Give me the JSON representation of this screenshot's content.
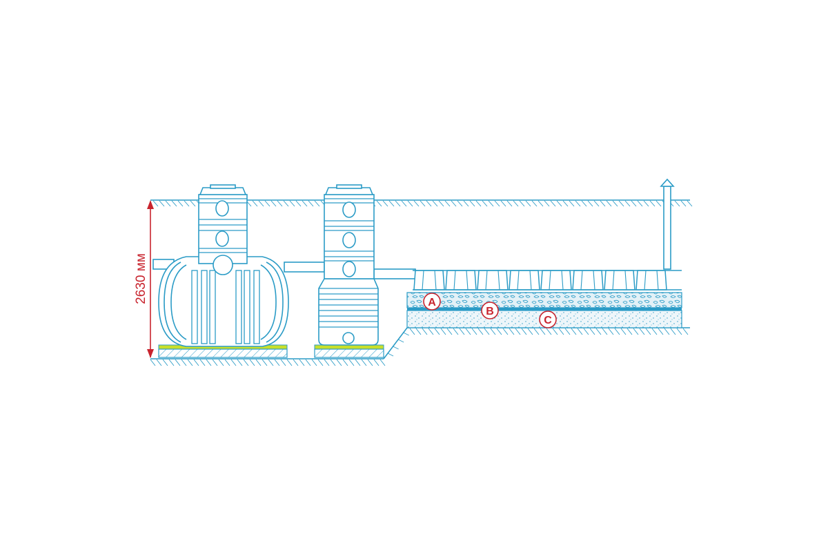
{
  "colors": {
    "line": "#2a9bc6",
    "dimension": "#c8242e",
    "base_pad": "#c8df2a",
    "stone": "#e3f1f7",
    "sand": "#eef6fa"
  },
  "dimension": {
    "label": "2630 мм"
  },
  "layers": {
    "a": "A",
    "b": "B",
    "c": "C"
  }
}
